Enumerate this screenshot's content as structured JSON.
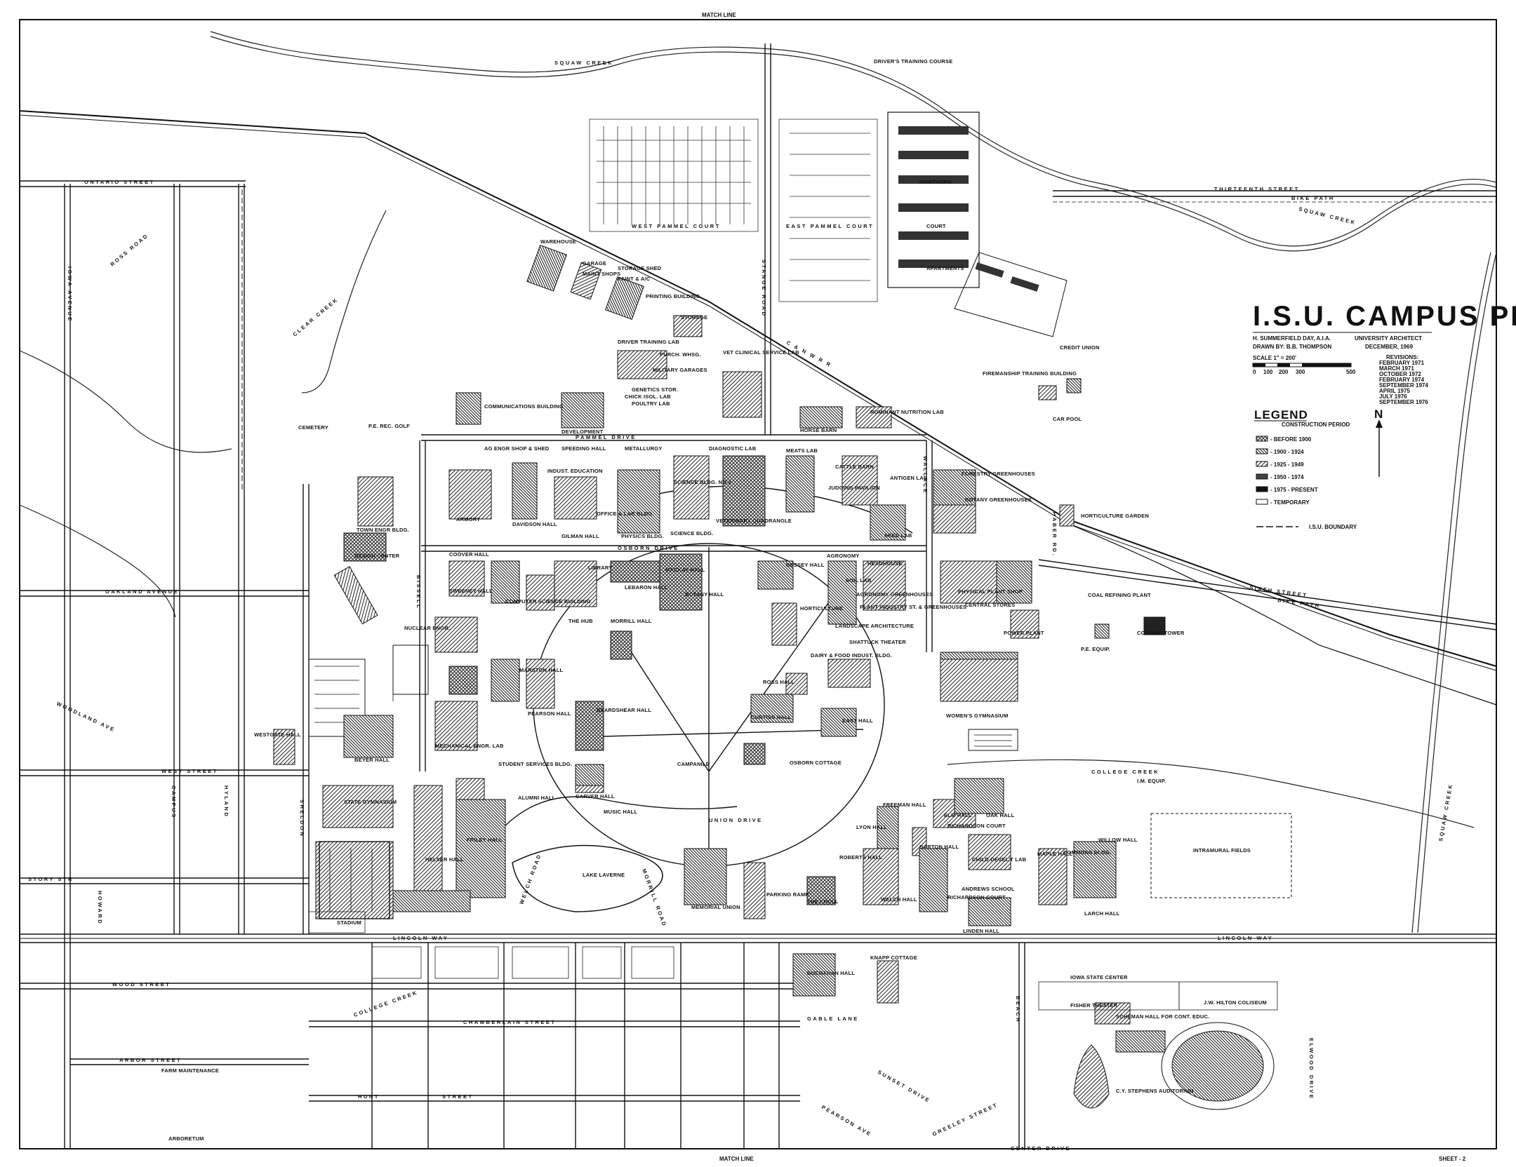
{
  "title_block": {
    "title": "I.S.U. CAMPUS PLAN",
    "architect": "H. SUMMERFIELD DAY, A.I.A.",
    "architect_title": "UNIVERSITY ARCHITECT",
    "drawn_by": "DRAWN BY: B.B. THOMPSON",
    "date": "DECEMBER, 1969",
    "scale": "SCALE  1\" = 200'",
    "scale_ticks": [
      "0",
      "100",
      "200",
      "300",
      "500"
    ],
    "revisions_label": "REVISIONS:",
    "revisions": [
      "FEBRUARY 1971",
      "MARCH 1971",
      "OCTOBER 1972",
      "FEBRUARY 1974",
      "SEPTEMBER 1974",
      "APRIL 1975",
      "JULY 1976",
      "SEPTEMBER 1976"
    ]
  },
  "legend": {
    "title": "LEGEND",
    "subtitle": "CONSTRUCTION PERIOD",
    "entries": [
      {
        "label": "- BEFORE 1900",
        "style": "cross"
      },
      {
        "label": "- 1900 - 1924",
        "style": "dense"
      },
      {
        "label": "- 1925 - 1949",
        "style": "hatch"
      },
      {
        "label": "- 1950 - 1974",
        "style": "dark"
      },
      {
        "label": "- 1975 - PRESENT",
        "style": "black"
      },
      {
        "label": "- TEMPORARY",
        "style": "open"
      }
    ],
    "boundary_label": "I.S.U. BOUNDARY",
    "north_label": "N"
  },
  "sheet": {
    "top_match": "MATCH LINE",
    "bottom_match": "MATCH LINE",
    "sheet_number": "SHEET - 2"
  },
  "streets": [
    {
      "id": "ontario",
      "text": "ONTARIO  STREET"
    },
    {
      "id": "thirteenth",
      "text": "THIRTEENTH  STREET"
    },
    {
      "id": "bike1",
      "text": "BIKE PATH"
    },
    {
      "id": "oakland",
      "text": "OAKLAND  AVENUE"
    },
    {
      "id": "west",
      "text": "WEST  STREET"
    },
    {
      "id": "story",
      "text": "STORY STR"
    },
    {
      "id": "wood",
      "text": "WOOD  STREET"
    },
    {
      "id": "chamberlain",
      "text": "CHAMBERLAIN  STREET"
    },
    {
      "id": "arbor",
      "text": "ARBOR  STREET"
    },
    {
      "id": "hunt",
      "text": "HUNT"
    },
    {
      "id": "street",
      "text": "STREET"
    },
    {
      "id": "lincoln1",
      "text": "LINCOLN  WAY"
    },
    {
      "id": "lincoln2",
      "text": "LINCOLN  WAY"
    },
    {
      "id": "pammel",
      "text": "PAMMEL  DRIVE"
    },
    {
      "id": "osborn",
      "text": "OSBORN  DRIVE"
    },
    {
      "id": "union",
      "text": "UNION  DRIVE"
    },
    {
      "id": "sixth",
      "text": "SIXTH  STREET"
    },
    {
      "id": "bike2",
      "text": "BIKE PATH"
    },
    {
      "id": "squaw1",
      "text": "SQUAW  CREEK"
    },
    {
      "id": "squaw2",
      "text": "SQUAW  CREEK"
    },
    {
      "id": "squaw3",
      "text": "SQUAW CREEK"
    },
    {
      "id": "clear",
      "text": "CLEAR  CREEK"
    },
    {
      "id": "college",
      "text": "COLLEGE  CREEK"
    },
    {
      "id": "college2",
      "text": "COLLEGE CREEK"
    },
    {
      "id": "ross",
      "text": "ROSS  ROAD"
    },
    {
      "id": "woodland",
      "text": "WOODLAND  AVE"
    },
    {
      "id": "iowa",
      "text": "IOWA  AVENUE"
    },
    {
      "id": "gable",
      "text": "GABLE  LANE"
    },
    {
      "id": "sunset",
      "text": "SUNSET  DRIVE"
    },
    {
      "id": "pearson",
      "text": "PEARSON  AVE"
    },
    {
      "id": "greeley",
      "text": "GREELEY  STREET"
    },
    {
      "id": "rr",
      "text": "C & N W R R"
    },
    {
      "id": "welch",
      "text": "WELCH  ROAD"
    },
    {
      "id": "morrill",
      "text": "MORRILL  ROAD"
    },
    {
      "id": "center",
      "text": "CENTER DRIVE"
    },
    {
      "id": "hyland",
      "text": "HYLAND"
    },
    {
      "id": "campus",
      "text": "CAMPUS"
    },
    {
      "id": "howard",
      "text": "HOWARD"
    },
    {
      "id": "sheldon",
      "text": "SHELDON"
    },
    {
      "id": "wallace",
      "text": "WALLACE"
    },
    {
      "id": "bissell",
      "text": "BISSELL"
    },
    {
      "id": "stange",
      "text": "STANGE ROAD"
    },
    {
      "id": "beach",
      "text": "BEACH"
    },
    {
      "id": "haber",
      "text": "HABER RD."
    },
    {
      "id": "elwood",
      "text": "ELWOOD DRIVE"
    },
    {
      "id": "westpammel",
      "text": "WEST PAMMEL COURT"
    },
    {
      "id": "eastpammel",
      "text": "EAST PAMMEL COURT"
    }
  ],
  "labels": [
    {
      "id": "drivers",
      "text": "DRIVER'S TRAINING COURSE"
    },
    {
      "id": "hawthorn",
      "text": "HAWTHORN"
    },
    {
      "id": "court",
      "text": "COURT"
    },
    {
      "id": "apartments",
      "text": "APARTMENTS"
    },
    {
      "id": "cemetery",
      "text": "CEMETERY"
    },
    {
      "id": "warehouse",
      "text": "WAREHOUSE"
    },
    {
      "id": "garage",
      "text": "GARAGE"
    },
    {
      "id": "maint",
      "text": "MAINT SHOPS"
    },
    {
      "id": "paint",
      "text": "PAINT & A/C"
    },
    {
      "id": "storage",
      "text": "STORAGE SHED"
    },
    {
      "id": "printing",
      "text": "PRINTING BUILDING"
    },
    {
      "id": "storage2",
      "text": "STORAGE"
    },
    {
      "id": "driverlab",
      "text": "DRIVER TRAINING LAB"
    },
    {
      "id": "purch",
      "text": "PURCH. WHSG."
    },
    {
      "id": "vetclin",
      "text": "VET CLINICAL SERVICE LAB"
    },
    {
      "id": "military",
      "text": "MILITARY GARAGES"
    },
    {
      "id": "genetics",
      "text": "GENETICS STOR."
    },
    {
      "id": "chick",
      "text": "CHICK ISOL. LAB"
    },
    {
      "id": "poultry",
      "text": "POULTRY LAB"
    },
    {
      "id": "commbld",
      "text": "COMMUNICATIONS BUILDING"
    },
    {
      "id": "development",
      "text": "DEVELOPMENT"
    },
    {
      "id": "hornbarn",
      "text": "HORSE BARN"
    },
    {
      "id": "ruminant",
      "text": "RUMINANT NUTRITION LAB"
    },
    {
      "id": "firemanship",
      "text": "FIREMANSHIP TRAINING BUILDING"
    },
    {
      "id": "carpool",
      "text": "CAR POOL"
    },
    {
      "id": "speeding",
      "text": "SPEEDING HALL"
    },
    {
      "id": "metallurgy",
      "text": "METALLURGY"
    },
    {
      "id": "diagnostic",
      "text": "DIAGNOSTIC LAB"
    },
    {
      "id": "meats",
      "text": "MEATS LAB"
    },
    {
      "id": "agengr",
      "text": "AG ENGR SHOP & SHED"
    },
    {
      "id": "indeduc",
      "text": "INDUST. EDUCATION"
    },
    {
      "id": "sciencebldg2",
      "text": "SCIENCE BLDG. NO 2"
    },
    {
      "id": "vetquad",
      "text": "VETERINARY QUADRANGLE"
    },
    {
      "id": "cattle",
      "text": "CATTLE BARN"
    },
    {
      "id": "judging",
      "text": "JUDGING PAVILION"
    },
    {
      "id": "antigen",
      "text": "ANTIGEN LAB"
    },
    {
      "id": "forestry",
      "text": "FORESTRY GREENHOUSES"
    },
    {
      "id": "botanygh",
      "text": "BOTANY GREENHOUSES"
    },
    {
      "id": "armory",
      "text": "ARMORY"
    },
    {
      "id": "davidson",
      "text": "DAVIDSON HALL"
    },
    {
      "id": "office",
      "text": "OFFICE & LAB BLDG."
    },
    {
      "id": "gilman",
      "text": "GILMAN HALL"
    },
    {
      "id": "physics",
      "text": "PHYSICS BLDG."
    },
    {
      "id": "science",
      "text": "SCIENCE BLDG."
    },
    {
      "id": "seedlab",
      "text": "SEED LAB"
    },
    {
      "id": "horticulture",
      "text": "HORTICULTURE GARDEN"
    },
    {
      "id": "townengr",
      "text": "TOWN ENGR BLDG."
    },
    {
      "id": "design",
      "text": "DESIGN CENTER"
    },
    {
      "id": "coover",
      "text": "COOVER HALL"
    },
    {
      "id": "sweeney",
      "text": "SWEENEY HALL"
    },
    {
      "id": "computer",
      "text": "COMPUTER SCIENCE BUILDING"
    },
    {
      "id": "library",
      "text": "LIBRARY"
    },
    {
      "id": "lebaron",
      "text": "LEBARON HALL"
    },
    {
      "id": "mackay",
      "text": "MACKAY HALL"
    },
    {
      "id": "botanyhall",
      "text": "BOTANY HALL"
    },
    {
      "id": "bessey",
      "text": "BESSEY HALL"
    },
    {
      "id": "agronomy",
      "text": "AGRONOMY"
    },
    {
      "id": "headhouse",
      "text": "HEADHOUSE"
    },
    {
      "id": "soillab",
      "text": "SOIL LAB"
    },
    {
      "id": "agrongh",
      "text": "AGRONOMY GREENHOUSES"
    },
    {
      "id": "plantindust",
      "text": "PLANT INDUSTRY ST. & GREENHOUSES"
    },
    {
      "id": "physplant",
      "text": "PHYSICAL PLANT SHOP"
    },
    {
      "id": "central",
      "text": "CENTRAL STORES"
    },
    {
      "id": "coalrefining",
      "text": "COAL REFINING PLANT"
    },
    {
      "id": "powerplant",
      "text": "POWER PLANT"
    },
    {
      "id": "cooling",
      "text": "COOLING TOWER"
    },
    {
      "id": "nuclear",
      "text": "NUCLEAR ENGR."
    },
    {
      "id": "marston",
      "text": "MARSTON HALL"
    },
    {
      "id": "morrill",
      "text": "MORRILL HALL"
    },
    {
      "id": "horticulture2",
      "text": "HORTICULTURE"
    },
    {
      "id": "landscape",
      "text": "LANDSCAPE ARCHITECTURE"
    },
    {
      "id": "shattuck",
      "text": "SHATTUCK THEATER"
    },
    {
      "id": "dairy",
      "text": "DAIRY & FOOD INDUST. BLDG."
    },
    {
      "id": "hub",
      "text": "THE HUB"
    },
    {
      "id": "beardshear",
      "text": "BEARDSHEAR HALL"
    },
    {
      "id": "ross",
      "text": "ROSS HALL"
    },
    {
      "id": "curtiss",
      "text": "CURTISS HALL"
    },
    {
      "id": "easthall",
      "text": "EAST HALL"
    },
    {
      "id": "womensgym",
      "text": "WOMEN'S GYMNASIUM"
    },
    {
      "id": "pearson",
      "text": "PEARSON HALL"
    },
    {
      "id": "campanile",
      "text": "CAMPANILE"
    },
    {
      "id": "osbornctg",
      "text": "OSBORN COTTAGE"
    },
    {
      "id": "studentserv",
      "text": "STUDENT SERVICES BLDG."
    },
    {
      "id": "alumni",
      "text": "ALUMNI HALL"
    },
    {
      "id": "carver",
      "text": "CARVER HALL"
    },
    {
      "id": "music",
      "text": "MUSIC HALL"
    },
    {
      "id": "mechengr",
      "text": "MECHANICAL ENGR. LAB"
    },
    {
      "id": "westgate",
      "text": "WESTGATE HALL"
    },
    {
      "id": "beyer",
      "text": "BEYER HALL"
    },
    {
      "id": "stategym",
      "text": "STATE GYMNASIUM"
    },
    {
      "id": "helser",
      "text": "HELSER HALL"
    },
    {
      "id": "friley",
      "text": "FRILEY HALL"
    },
    {
      "id": "stadium",
      "text": "STADIUM"
    },
    {
      "id": "lakelaverne",
      "text": "LAKE  LAVERNE"
    },
    {
      "id": "memorialunion",
      "text": "MEMORIAL UNION"
    },
    {
      "id": "parkingramp",
      "text": "PARKING RAMP"
    },
    {
      "id": "knoll",
      "text": "THE KNOLL"
    },
    {
      "id": "freeman",
      "text": "FREEMAN HALL"
    },
    {
      "id": "lyon",
      "text": "LYON HALL"
    },
    {
      "id": "roberts",
      "text": "ROBERTS HALL"
    },
    {
      "id": "barton",
      "text": "BARTON HALL"
    },
    {
      "id": "welch",
      "text": "WELCH HALL"
    },
    {
      "id": "elm",
      "text": "ELM HALL"
    },
    {
      "id": "oak",
      "text": "OAK HALL"
    },
    {
      "id": "richardson",
      "text": "RICHARDSON COURT"
    },
    {
      "id": "child",
      "text": "CHILD DEVEL'T LAB"
    },
    {
      "id": "andrews",
      "text": "ANDREWS SCHOOL"
    },
    {
      "id": "richardson2",
      "text": "RICHARDSON COURT"
    },
    {
      "id": "linden",
      "text": "LINDEN HALL"
    },
    {
      "id": "maple",
      "text": "MAPLE HALL"
    },
    {
      "id": "commons",
      "text": "COMMONS BLDG."
    },
    {
      "id": "willow",
      "text": "WILLOW HALL"
    },
    {
      "id": "larch",
      "text": "LARCH HALL"
    },
    {
      "id": "intramural",
      "text": "INTRAMURAL FIELDS"
    },
    {
      "id": "buchanan",
      "text": "BUCHANAN HALL"
    },
    {
      "id": "knappcottage",
      "text": "KNAPP COTTAGE"
    },
    {
      "id": "isc",
      "text": "IOWA  STATE  CENTER"
    },
    {
      "id": "fisher",
      "text": "FISHER THEATER"
    },
    {
      "id": "scheman",
      "text": "SCHEMAN HALL FOR CONT. EDUC."
    },
    {
      "id": "hilton",
      "text": "J.W. HILTON COLISEUM"
    },
    {
      "id": "stephens",
      "text": "C.Y. STEPHENS AUDITORIUM"
    },
    {
      "id": "farm",
      "text": "FARM MAINTENANCE"
    },
    {
      "id": "arboretum",
      "text": "ARBORETUM"
    },
    {
      "id": "pequip",
      "text": "P.E. EQUIP."
    },
    {
      "id": "imequip",
      "text": "I.M. EQUIP."
    },
    {
      "id": "pegolf",
      "text": "P.E. REC. GOLF"
    },
    {
      "id": "credit",
      "text": "CREDIT UNION"
    }
  ]
}
